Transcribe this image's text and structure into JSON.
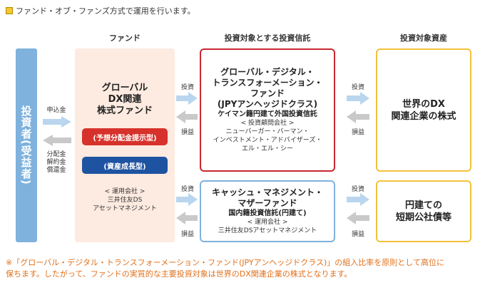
{
  "header": {
    "text": "ファンド・オブ・ファンズ方式で運用を行います。"
  },
  "columns": {
    "fund": "ファンド",
    "trusts": "投資対象とする投資信託",
    "assets": "投資対象資産"
  },
  "investor": {
    "label": "投資者(受益者)"
  },
  "investor_flows": {
    "in": "申込金",
    "out_1": "分配金",
    "out_2": "解約金",
    "out_3": "償還金"
  },
  "fund": {
    "title_1": "グローバル",
    "title_2": "DX関連",
    "title_3": "株式ファンド",
    "share_class_1": "(予想分配金提示型)",
    "share_class_2": "(資産成長型)",
    "manager_header": "< 運用会社 >",
    "manager_1": "三井住友DS",
    "manager_2": "アセットマネジメント"
  },
  "flows": {
    "invest": "投資",
    "profit": "損益"
  },
  "trust_1": {
    "title_1": "グローバル・デジタル・",
    "title_2": "トランスフォーメーション・",
    "title_3": "ファンド",
    "title_4": "(JPYアンヘッジドクラス)",
    "sub": "ケイマン籍円建て外国投資信託",
    "advisor_header": "< 投資顧問会社 >",
    "advisor_1": "ニューバーガー・バーマン・",
    "advisor_2": "インベストメント・アドバイザーズ・",
    "advisor_3": "エル・エル・シー"
  },
  "trust_2": {
    "title_1": "キャッシュ・マネジメント・",
    "title_2": "マザーファンド",
    "sub": "国内籍投資信託(円建て)",
    "manager_header": "< 運用会社 >",
    "manager_1": "三井住友DSアセットマネジメント"
  },
  "asset_1": {
    "line_1": "世界のDX",
    "line_2": "関連企業の株式"
  },
  "asset_2": {
    "line_1": "円建ての",
    "line_2": "短期公社債等"
  },
  "footnote": {
    "line_1": "※「グローバル・デジタル・トランスフォーメーション・ファンド(JPYアンヘッジドクラス)」の組入比率を原則として高位に",
    "line_2": "保ちます。したがって、ファンドの実質的な主要投資対象は世界のDX関連企業の株式となります。"
  },
  "colors": {
    "investor": "#7fb2dd",
    "fund_bg": "#fdeae0",
    "red": "#d6322b",
    "blue": "#1e53a1",
    "trust_red_border": "#c8282f",
    "trust_blue_border": "#7fb2dd",
    "asset_border": "#f3c23d",
    "arrow_blue": "#b9d6ee",
    "arrow_gray": "#c9c9c9",
    "footnote": "#e0701b"
  }
}
